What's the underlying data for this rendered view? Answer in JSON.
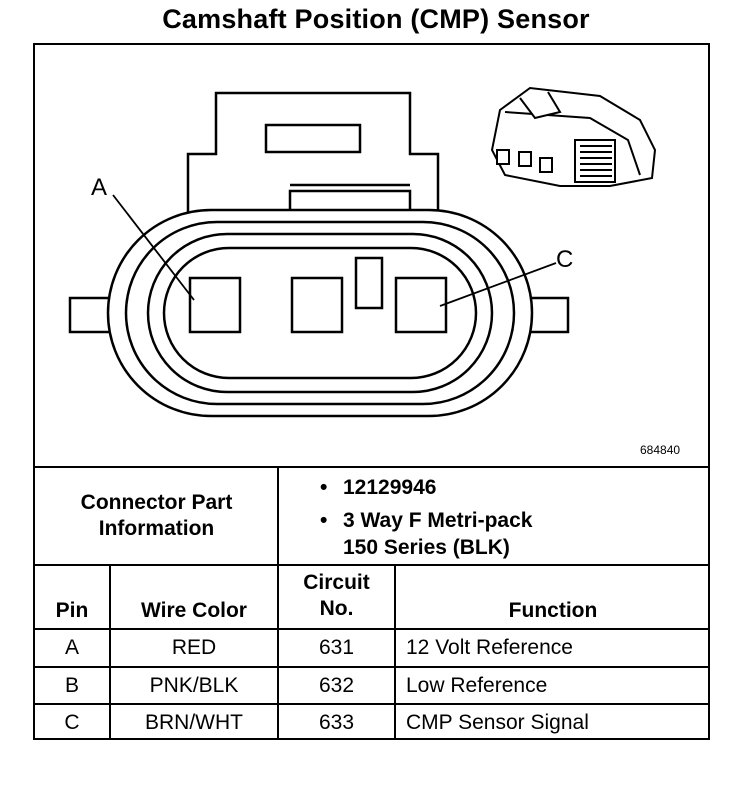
{
  "title": "Camshaft Position (CMP) Sensor",
  "diagram": {
    "label_a": "A",
    "label_c": "C",
    "part_code": "684840"
  },
  "connector_info": {
    "label_line1": "Connector Part",
    "label_line2": "Information",
    "bullet_char": "•",
    "part_number": "12129946",
    "desc_line1": "3 Way F Metri-pack",
    "desc_line2": "150 Series (BLK)"
  },
  "table": {
    "headers": {
      "pin": "Pin",
      "wire_color": "Wire Color",
      "circuit_line1": "Circuit",
      "circuit_line2": "No.",
      "function": "Function"
    },
    "rows": [
      {
        "pin": "A",
        "wire_color": "RED",
        "circuit": "631",
        "function": "12 Volt Reference"
      },
      {
        "pin": "B",
        "wire_color": "PNK/BLK",
        "circuit": "632",
        "function": "Low Reference"
      },
      {
        "pin": "C",
        "wire_color": "BRN/WHT",
        "circuit": "633",
        "function": "CMP Sensor Signal"
      }
    ]
  }
}
